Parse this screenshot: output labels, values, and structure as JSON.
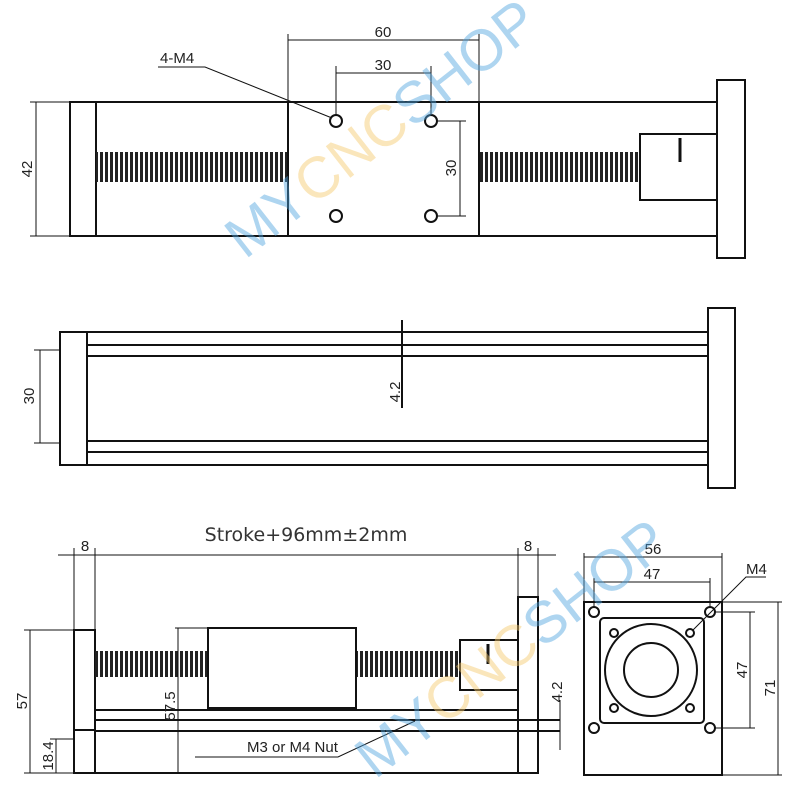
{
  "top_view": {
    "dims": {
      "width_60": "60",
      "hole_spacing_30": "30",
      "hole_spacing_v_30": "30",
      "height_42": "42"
    },
    "hole_label": "4-M4"
  },
  "side_view": {
    "dims": {
      "height_30": "30",
      "rail_4_2": "4.2"
    }
  },
  "front_view": {
    "title": "Stroke+96mm±2mm",
    "dims": {
      "left_8": "8",
      "right_8": "8",
      "height_57": "57",
      "height_57_5": "57.5",
      "height_18_4": "18.4",
      "rail_4_2": "4.2"
    },
    "nut_label": "M3 or M4 Nut"
  },
  "end_view": {
    "dims": {
      "width_56": "56",
      "hole_47_h": "47",
      "hole_47_v": "47",
      "height_71": "71"
    },
    "hole_label": "M4"
  },
  "watermark": {
    "text_a": "MYCNC",
    "text_b": "SHOP",
    "color_a": "#4da3e0",
    "color_b": "#f5c86a"
  }
}
